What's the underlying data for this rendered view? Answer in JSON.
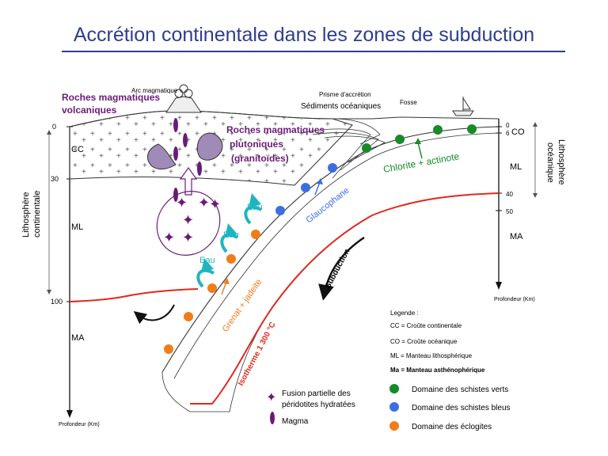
{
  "title": "Accrétion continentale dans les zones de subduction",
  "labels": {
    "arc": "Arc magmatique",
    "volc_1": "Roches magmatiques",
    "volc_2": "volcaniques",
    "prisme": "Prisme d'accrétion",
    "sediments": "Sédiments océaniques",
    "fosse": "Fosse",
    "pluto_1": "Roches magmatiques",
    "pluto_2": "plutoniques",
    "pluto_3": "(granitoïdes)",
    "cc": "CC",
    "ml": "ML",
    "ma": "MA",
    "co": "CO",
    "ml_right": "ML",
    "ma_right": "MA",
    "litho_cont_1": "Lithosphère",
    "litho_cont_2": "continentale",
    "litho_ocea_1": "Lithosphère",
    "litho_ocea_2": "océanique",
    "depth_0": "0",
    "depth_30": "30",
    "depth_100": "100",
    "rdepth_0": "0",
    "rdepth_6": "6",
    "rdepth_40": "40",
    "rdepth_50": "50",
    "eau_1": "Eau",
    "eau_2": "Eau",
    "eau_3": "Eau",
    "chlorite": "Chlorite + actinote",
    "glaucophane": "Glaucophane",
    "grenat": "Grenat + jadeite",
    "subduction": "Subduction",
    "isotherme": "Isotherme 1 300 °C",
    "profondeur_left": "Profondeur (Km)",
    "profondeur_right": "Profondeur (Km)"
  },
  "legend": {
    "heading": "Legende :",
    "cc": "CC = Croûte continentale",
    "co": "CO = Croûte océanique",
    "ml": "ML = Manteau lithosphérique",
    "ma": "Ma = Manteau asthénophérique",
    "fusion_1": "Fusion partielle des",
    "fusion_2": "péridotites hydratées",
    "magma": "Magma",
    "verts": "Domaine des schistes verts",
    "bleus": "Domaine des schistes bleus",
    "eclogites": "Domaine des éclogites"
  },
  "colors": {
    "title": "#2e3e8c",
    "purple": "#6a1b78",
    "teal": "#1fb5c0",
    "green": "#178a2a",
    "blue": "#3b6fe0",
    "orange": "#f07d1a",
    "red": "#e0281e",
    "magma_fill": "#a08ab8"
  }
}
